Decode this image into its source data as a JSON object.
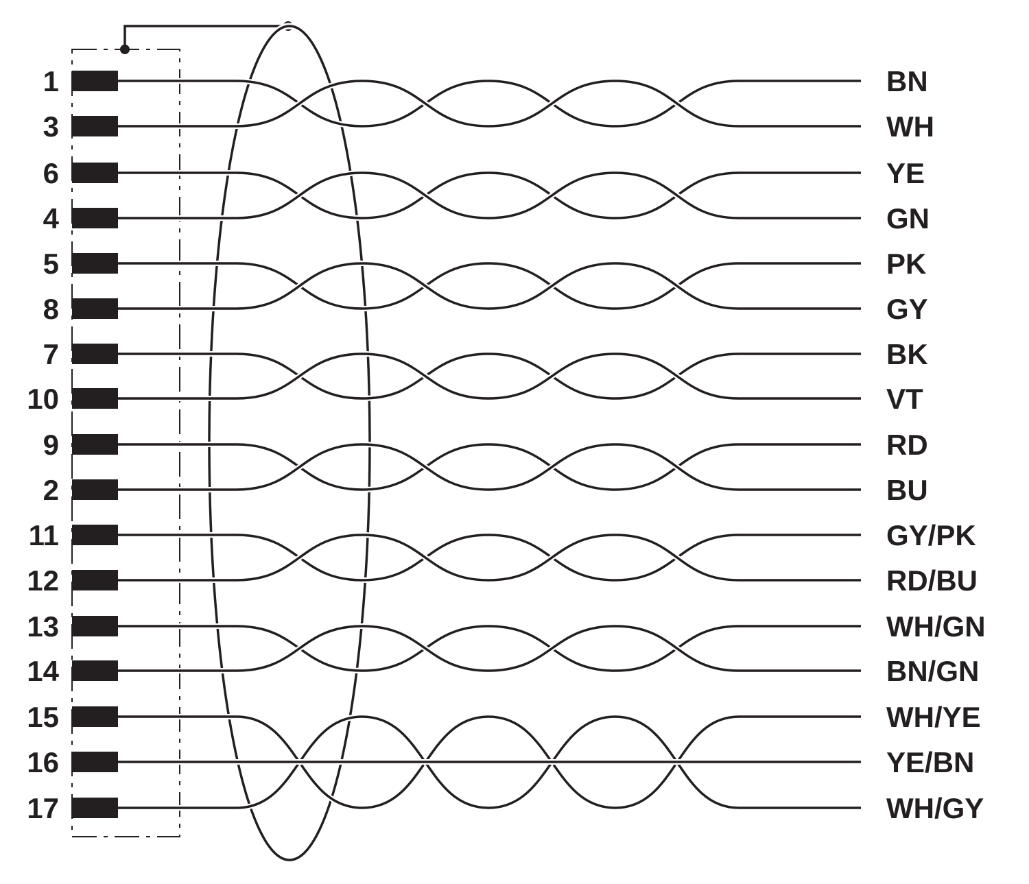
{
  "diagram": {
    "type": "cable-pinout",
    "line_color": "#231f20",
    "groups": [
      {
        "kind": "pair",
        "pins": [
          {
            "number": "1",
            "color": "BN"
          },
          {
            "number": "3",
            "color": "WH"
          }
        ]
      },
      {
        "kind": "pair",
        "pins": [
          {
            "number": "6",
            "color": "YE"
          },
          {
            "number": "4",
            "color": "GN"
          }
        ]
      },
      {
        "kind": "pair",
        "pins": [
          {
            "number": "5",
            "color": "PK"
          },
          {
            "number": "8",
            "color": "GY"
          }
        ]
      },
      {
        "kind": "pair",
        "pins": [
          {
            "number": "7",
            "color": "BK"
          },
          {
            "number": "10",
            "color": "VT"
          }
        ]
      },
      {
        "kind": "pair",
        "pins": [
          {
            "number": "9",
            "color": "RD"
          },
          {
            "number": "2",
            "color": "BU"
          }
        ]
      },
      {
        "kind": "pair",
        "pins": [
          {
            "number": "11",
            "color": "GY/PK"
          },
          {
            "number": "12",
            "color": "RD/BU"
          }
        ]
      },
      {
        "kind": "pair",
        "pins": [
          {
            "number": "13",
            "color": "WH/GN"
          },
          {
            "number": "14",
            "color": "BN/GN"
          }
        ]
      },
      {
        "kind": "triple",
        "pins": [
          {
            "number": "15",
            "color": "WH/YE"
          },
          {
            "number": "16",
            "color": "YE/BN"
          },
          {
            "number": "17",
            "color": "WH/GY"
          }
        ]
      }
    ]
  }
}
